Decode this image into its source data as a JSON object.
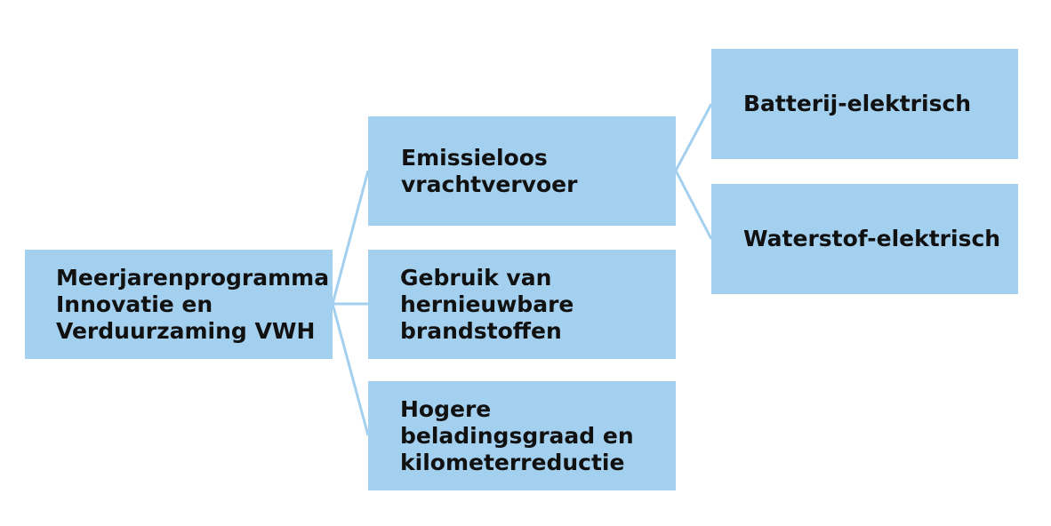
{
  "diagram": {
    "root": {
      "lines": [
        "Meerjarenprogramma",
        "Innovatie en",
        "Verduurzaming VWH"
      ]
    },
    "children": [
      {
        "lines": [
          "Emissieloos",
          "vrachtvervoer"
        ],
        "children": [
          {
            "lines": [
              "Batterij-elektrisch"
            ]
          },
          {
            "lines": [
              "Waterstof-elektrisch"
            ]
          }
        ]
      },
      {
        "lines": [
          "Gebruik van",
          "hernieuwbare",
          "brandstoffen"
        ]
      },
      {
        "lines": [
          "Hogere",
          "beladingsgraad en",
          "kilometerreductie"
        ]
      }
    ],
    "colors": {
      "box_fill": "#a4d0ef",
      "connector": "#a4d0ef",
      "text": "#111111",
      "background": "#ffffff"
    }
  }
}
